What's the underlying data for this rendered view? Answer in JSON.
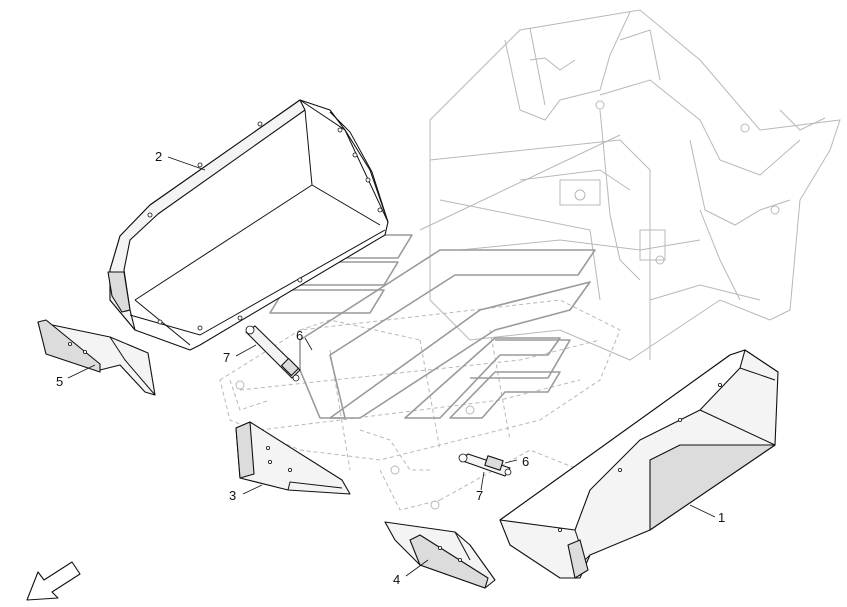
{
  "diagram": {
    "part_labels": {
      "p1": "1",
      "p2": "2",
      "p3": "3",
      "p4": "4",
      "p5": "5",
      "p6a": "6",
      "p6b": "6",
      "p7a": "7",
      "p7b": "7"
    },
    "icons": {
      "direction": "direction-arrow-icon",
      "watermark": "watermark-logo"
    }
  }
}
